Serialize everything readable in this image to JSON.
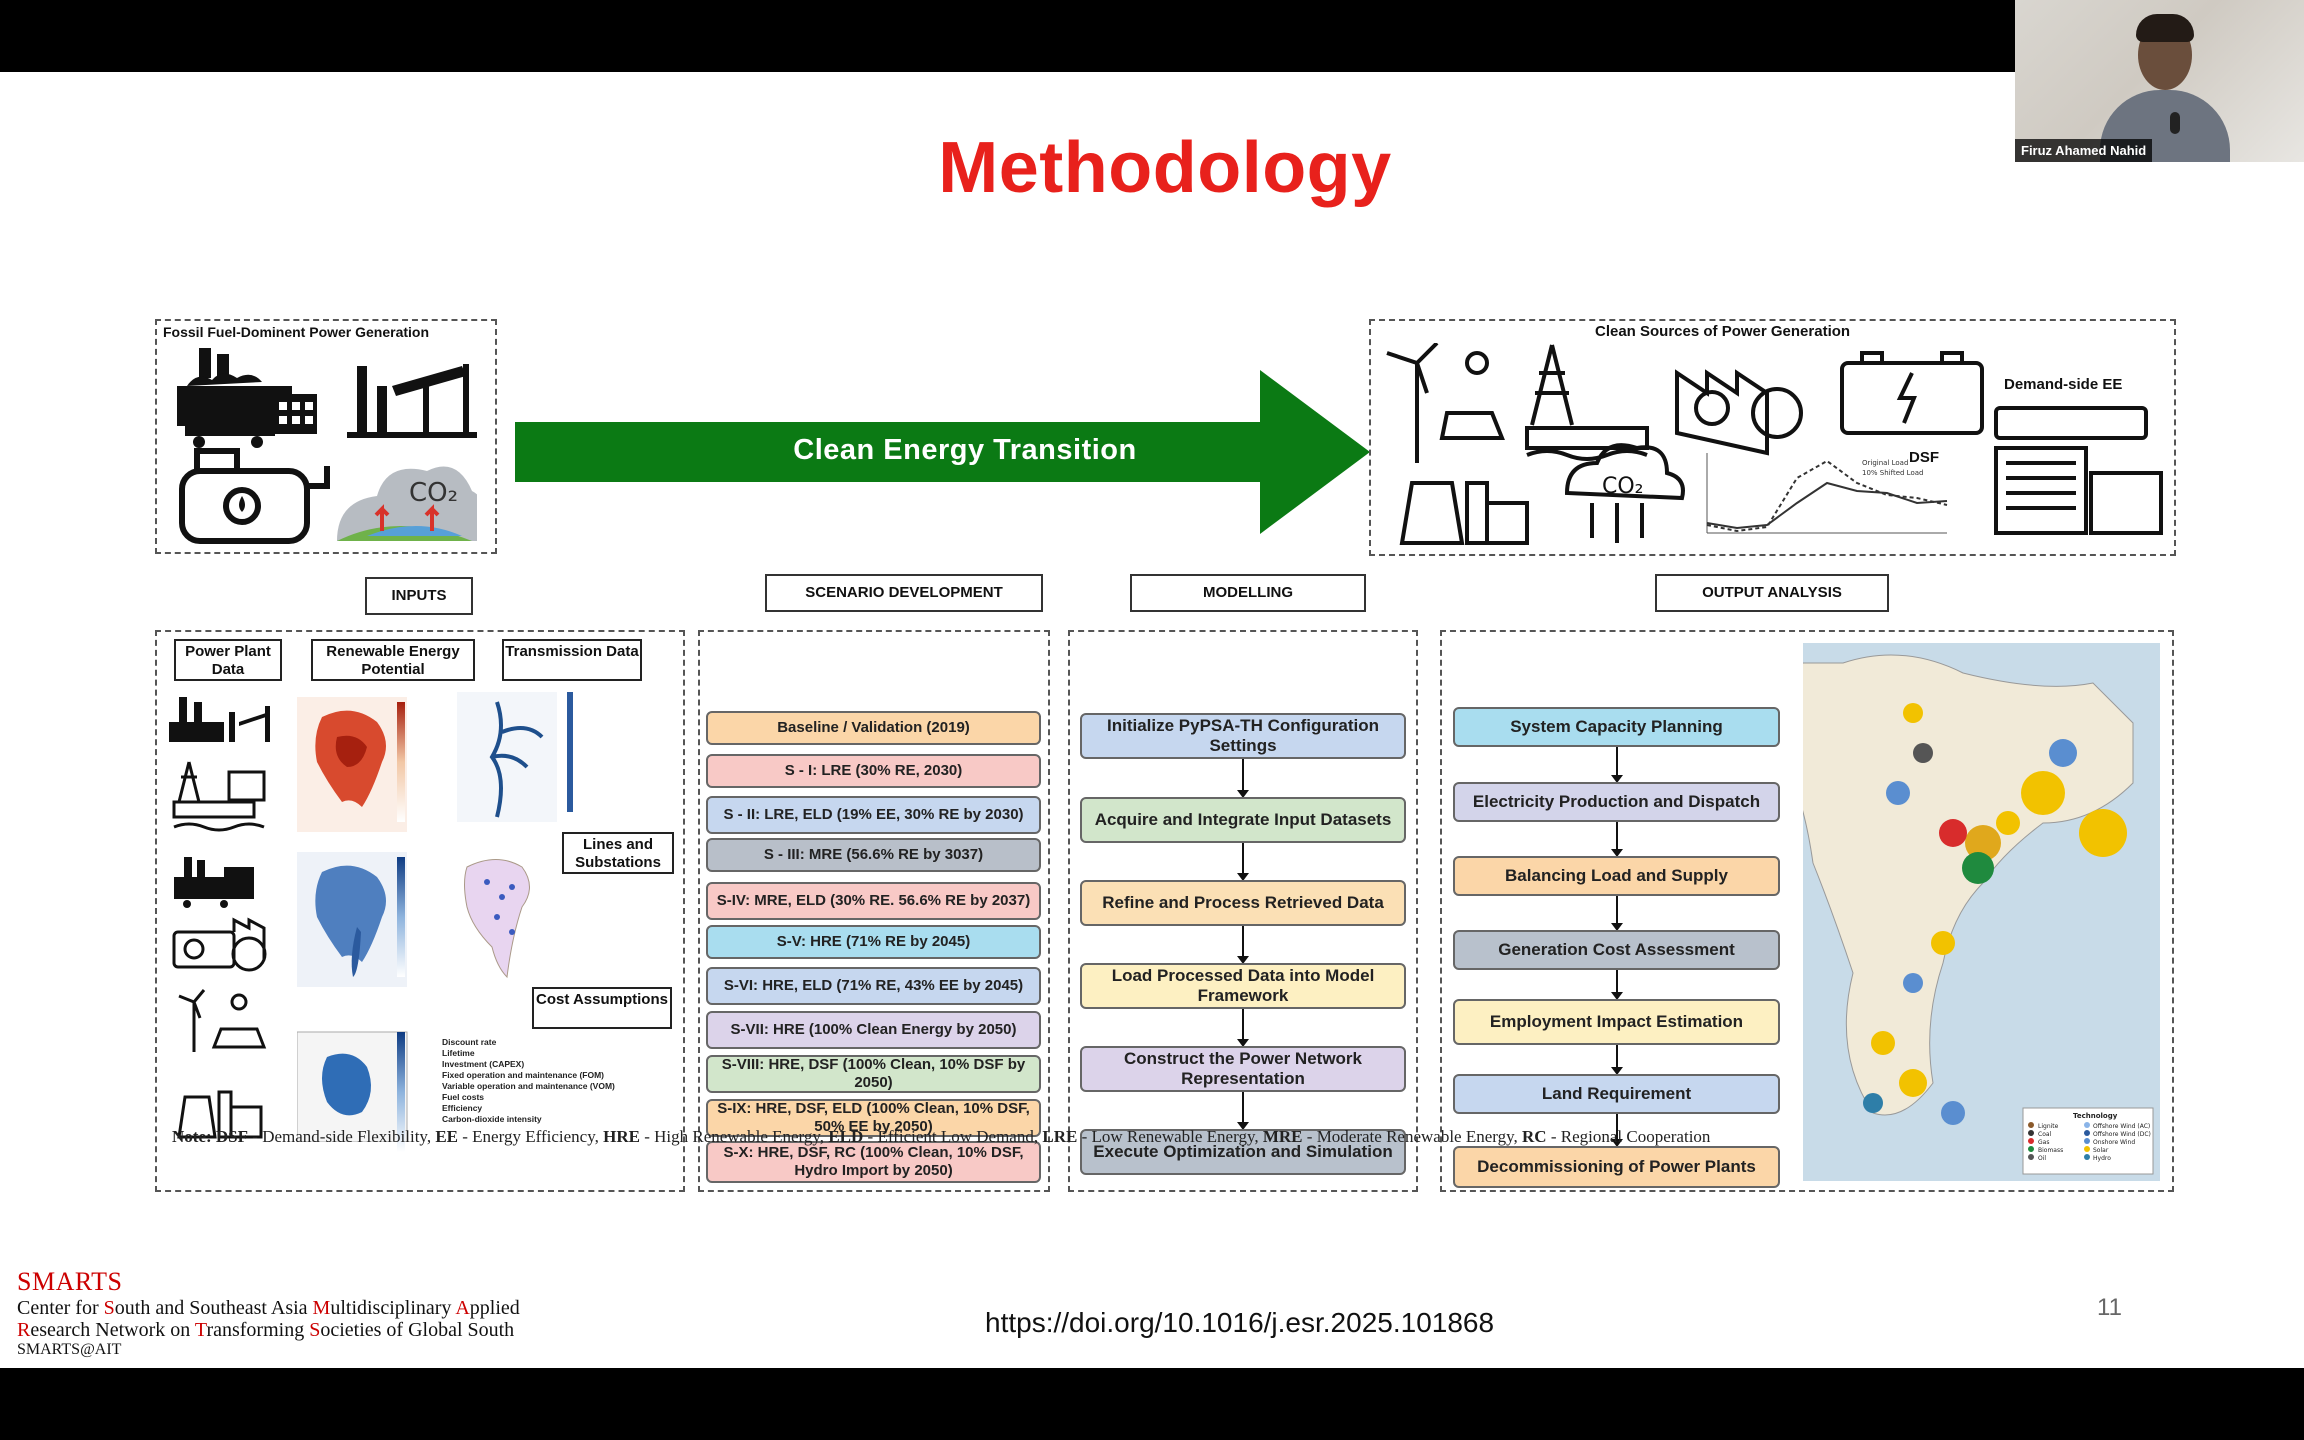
{
  "slide": {
    "title": "Methodology",
    "page_number": "11",
    "doi": "https://doi.org/10.1016/j.esr.2025.101868"
  },
  "video": {
    "participant_name": "Firuz Ahamed Nahid"
  },
  "top": {
    "fossil_title": "Fossil Fuel-Dominent Power Generation",
    "transition_label": "Clean Energy Transition",
    "clean_title": "Clean Sources of Power Generation",
    "demand_side_label": "Demand-side EE",
    "dsf_label": "DSF",
    "co2_label": "CO₂",
    "colors": {
      "arrow": "#0b7a14",
      "title": "#e8211c"
    }
  },
  "sections": {
    "inputs": "INPUTS",
    "scenario": "SCENARIO DEVELOPMENT",
    "modelling": "MODELLING",
    "output": "OUTPUT ANALYSIS"
  },
  "inputs": {
    "power_plant": "Power Plant Data",
    "renewable": "Renewable Energy Potential",
    "transmission": "Transmission Data",
    "lines": "Lines and Substations",
    "cost": "Cost Assumptions",
    "cost_items": [
      "Discount rate",
      "Lifetime",
      "Investment (CAPEX)",
      "Fixed operation and maintenance (FOM)",
      "Variable operation and maintenance (VOM)",
      "Fuel costs",
      "Efficiency",
      "Carbon-dioxide intensity"
    ]
  },
  "scenarios": [
    {
      "label": "Baseline / Validation (2019)",
      "color": "#fbd6a8"
    },
    {
      "label": "S - I: LRE (30% RE, 2030)",
      "color": "#f8c9c6"
    },
    {
      "label": "S - II: LRE, ELD (19% EE, 30% RE by 2030)",
      "color": "#c6d7ef"
    },
    {
      "label": "S - III: MRE (56.6% RE by 3037)",
      "color": "#b8bfc9"
    },
    {
      "label": "S-IV: MRE, ELD (30% RE. 56.6% RE by 2037)",
      "color": "#f8c9c6"
    },
    {
      "label": "S-V: HRE (71% RE by 2045)",
      "color": "#a9ddef"
    },
    {
      "label": "S-VI: HRE, ELD (71% RE, 43% EE by 2045)",
      "color": "#c6d7ef"
    },
    {
      "label": "S-VII: HRE (100% Clean Energy by 2050)",
      "color": "#dcd3ea"
    },
    {
      "label": "S-VIII: HRE, DSF (100% Clean, 10% DSF by 2050)",
      "color": "#d2e6cb"
    },
    {
      "label": "S-IX: HRE, DSF, ELD (100% Clean, 10% DSF, 50% EE by 2050)",
      "color": "#fbd6a8"
    },
    {
      "label": "S-X: HRE, DSF, RC (100% Clean, 10% DSF, Hydro Import by 2050)",
      "color": "#f8c9c6"
    }
  ],
  "modelling": [
    {
      "label": "Initialize PyPSA-TH Configuration Settings",
      "color": "#c6d7ef"
    },
    {
      "label": "Acquire and Integrate Input Datasets",
      "color": "#d2e6cb"
    },
    {
      "label": "Refine and Process Retrieved Data",
      "color": "#fbe0b5"
    },
    {
      "label": "Load Processed Data into Model Framework",
      "color": "#fdf0c2"
    },
    {
      "label": "Construct the Power Network Representation",
      "color": "#dcd3ea"
    },
    {
      "label": "Execute Optimization and Simulation",
      "color": "#b8c1cc"
    }
  ],
  "output": [
    {
      "label": "System Capacity Planning",
      "color": "#a9ddef"
    },
    {
      "label": "Electricity Production and Dispatch",
      "color": "#d3d4ea"
    },
    {
      "label": "Balancing Load and Supply",
      "color": "#fbd6a8"
    },
    {
      "label": "Generation Cost Assessment",
      "color": "#b8c1cc"
    },
    {
      "label": "Employment Impact Estimation",
      "color": "#fdf0c2"
    },
    {
      "label": "Land Requirement",
      "color": "#c6d7ef"
    },
    {
      "label": "Decommissioning of Power Plants",
      "color": "#fbd6a8"
    }
  ],
  "map_legend": {
    "title": "Technology",
    "items": [
      "Lignite",
      "Coal",
      "Gas",
      "Biomass",
      "Oil",
      "Offshore Wind (AC)",
      "Offshore Wind (DC)",
      "Onshore Wind",
      "Solar",
      "Hydro"
    ]
  },
  "chart_legend": [
    "Original Load",
    "10% Shifted Load"
  ],
  "note": {
    "prefix": "Note:",
    "items": [
      {
        "abbr": "DSF",
        "text": " - Demand-side Flexibility, "
      },
      {
        "abbr": "EE",
        "text": " - Energy Efficiency, "
      },
      {
        "abbr": "HRE",
        "text": " - High Renewable Energy, "
      },
      {
        "abbr": "ELD",
        "text": " - Efficient Low Demand, "
      },
      {
        "abbr": "LRE",
        "text": " - Low Renewable Energy, "
      },
      {
        "abbr": "MRE",
        "text": " - Moderate Renewable Energy, "
      },
      {
        "abbr": "RC",
        "text": " - Regional Cooperation"
      }
    ]
  },
  "footer": {
    "brand": "SMARTS",
    "line1_parts": [
      "Center for ",
      "S",
      "outh and Southeast Asia ",
      "M",
      "ultidisciplinary ",
      "A",
      "pplied"
    ],
    "line2_parts": [
      "R",
      "esearch Network on ",
      "T",
      "ransforming ",
      "S",
      "ocieties of Global South"
    ],
    "line3": "SMARTS@AIT"
  }
}
